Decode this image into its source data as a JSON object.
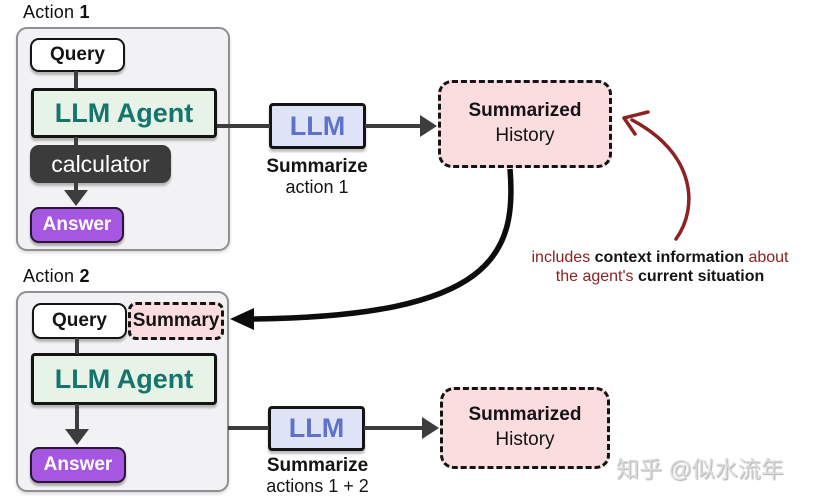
{
  "colors": {
    "agent_teal": "#15756d",
    "llm_blue": "#5f71c8",
    "answer_purple": "#a657e2",
    "history_pink": "#fbdcdf",
    "agent_green": "#e6f3e6",
    "connector_gray": "#3d3d3d",
    "annotation_red": "#8e2121"
  },
  "action1": {
    "label_text": "Action ",
    "label_num": "1",
    "query_label": "Query",
    "agent_label": "LLM Agent",
    "tool_label": "calculator",
    "answer_label": "Answer"
  },
  "flow1": {
    "llm_label": "LLM",
    "caption_bold": "Summarize",
    "caption_rest": "action 1",
    "history_bold": "Summarized",
    "history_rest": "History"
  },
  "annotation": {
    "seg1": "includes ",
    "seg2": "context information",
    "seg3": " about",
    "seg4": "the agent's ",
    "seg5": "current situation"
  },
  "action2": {
    "label_text": "Action ",
    "label_num": "2",
    "query_label": "Query",
    "summary_label": "Summary",
    "agent_label": "LLM Agent",
    "answer_label": "Answer"
  },
  "flow2": {
    "llm_label": "LLM",
    "caption_bold": "Summarize",
    "caption_rest": "actions 1 + 2",
    "history_bold": "Summarized",
    "history_rest": "History"
  },
  "watermark": "知乎 @似水流年"
}
